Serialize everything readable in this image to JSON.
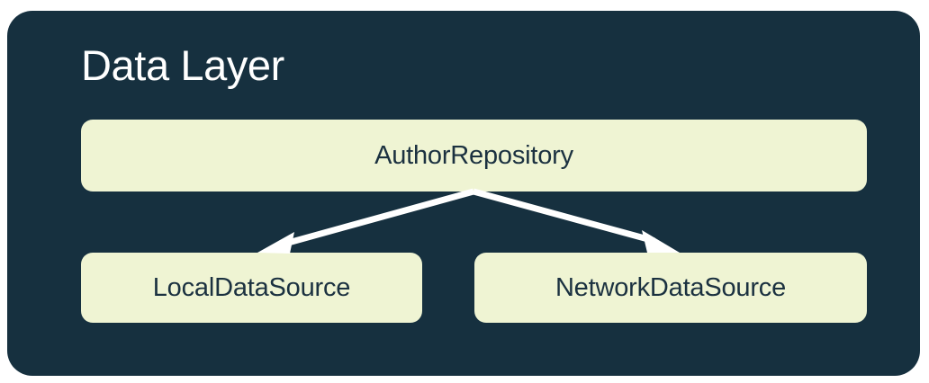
{
  "diagram": {
    "type": "architecture-layer-diagram",
    "title": "Data Layer",
    "background_color": "#FFFFFF",
    "container_color": "#16303F",
    "node_color": "#EFF4D3",
    "node_text_color": "#1B3140",
    "title_color": "#FFFFFF",
    "connector_color": "#FFFFFF",
    "nodes": [
      {
        "id": "author-repository",
        "label": "AuthorRepository",
        "role": "repository"
      },
      {
        "id": "local-data-source",
        "label": "LocalDataSource",
        "role": "data-source"
      },
      {
        "id": "network-data-source",
        "label": "NetworkDataSource",
        "role": "data-source"
      }
    ],
    "connectors": [
      {
        "from": "author-repository",
        "to": "local-data-source",
        "style": "solid-arrow"
      },
      {
        "from": "author-repository",
        "to": "network-data-source",
        "style": "solid-arrow"
      }
    ]
  }
}
